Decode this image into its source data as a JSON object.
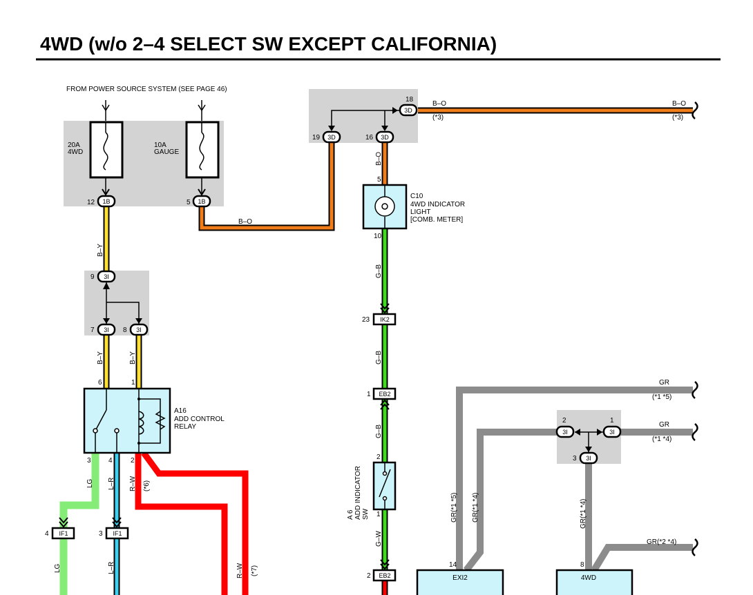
{
  "title": "4WD (w/o 2–4 SELECT SW EXCEPT CALIFORNIA)",
  "power_source_note": "FROM POWER SOURCE SYSTEM (SEE PAGE 46)",
  "fuses": [
    {
      "rating": "20A",
      "name": "4WD"
    },
    {
      "rating": "10A",
      "name": "GAUGE"
    }
  ],
  "connectors": [
    {
      "pin": "12",
      "code": "1B"
    },
    {
      "pin": "5",
      "code": "1B"
    },
    {
      "pin": "18",
      "code": "3D"
    },
    {
      "pin": "19",
      "code": "3D"
    },
    {
      "pin": "16",
      "code": "3D"
    },
    {
      "pin": "9",
      "code": "3I"
    },
    {
      "pin": "7",
      "code": "3I"
    },
    {
      "pin": "8",
      "code": "3I"
    },
    {
      "pin": "2",
      "code": "3I"
    },
    {
      "pin": "1",
      "code": "3I"
    },
    {
      "pin": "3",
      "code": "3I"
    }
  ],
  "square_connectors": [
    {
      "pin": "23",
      "code": "IK2"
    },
    {
      "pin": "1",
      "code": "EB2"
    },
    {
      "pin": "2",
      "code": "EB2"
    },
    {
      "pin": "4",
      "code": "IF1"
    },
    {
      "pin": "3",
      "code": "IF1"
    }
  ],
  "components": {
    "indicator_light": {
      "id": "C10",
      "line1": "4WD INDICATOR",
      "line2": "LIGHT",
      "line3": "[COMB.  METER]",
      "pin_top": "5",
      "pin_bottom": "10"
    },
    "relay": {
      "id": "A16",
      "line1": "ADD CONTROL",
      "line2": "RELAY",
      "pins_top": [
        "6",
        "1"
      ],
      "pins_bottom": [
        "3",
        "4",
        "2"
      ]
    },
    "switch": {
      "id": "A 6",
      "line1": "ADD INDICATOR",
      "line2": "SW",
      "pin_top": "2",
      "pin_bottom": "1"
    },
    "ecu_left": {
      "label": "EXI2",
      "pin": "14"
    },
    "ecu_right": {
      "label": "4WD",
      "pin": "8"
    }
  },
  "wire_labels": {
    "b_o": "B–O",
    "b_y": "B–Y",
    "g_b": "G–B",
    "g_w": "G–W",
    "lg": "LG",
    "l_r": "L–R",
    "r_w": "R–W",
    "gr": "GR",
    "note3": "(*3)",
    "note6": "(*6)",
    "note7": "(*7)",
    "note15": "(*1 *5)",
    "note14": "(*1 *4)",
    "gr15": "GR(*1 *5)",
    "gr14": "GR(*1 *4)",
    "gr24": "GR(*2 *4)"
  },
  "colors": {
    "orange": "#f07d1a",
    "yellow": "#ffe033",
    "green": "#3ddc1f",
    "light_green": "#86ec78",
    "blue": "#3cd1f0",
    "red": "#ff0000",
    "gray": "#8c8c8c",
    "panel": "#d3d3d3",
    "component": "#ccf4fa"
  }
}
